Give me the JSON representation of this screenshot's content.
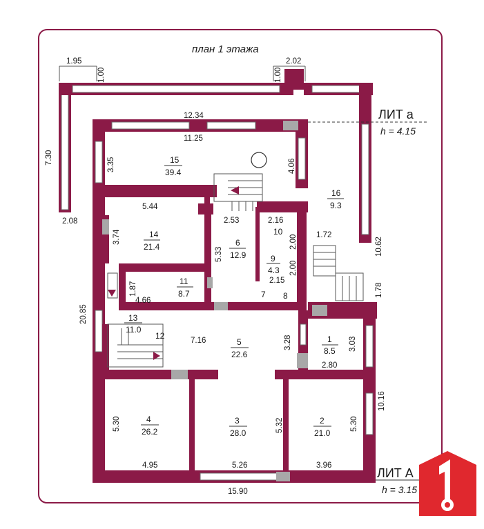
{
  "title": "план 1 этажа",
  "liters": [
    {
      "name": "ЛИТ а",
      "height": "h = 4.15"
    },
    {
      "name": "ЛИТ А",
      "height": "h = 3.15"
    }
  ],
  "rooms": [
    {
      "number": "15",
      "area": "39.4"
    },
    {
      "number": "16",
      "area": "9.3"
    },
    {
      "number": "14",
      "area": "21.4"
    },
    {
      "number": "6",
      "area": "12.9"
    },
    {
      "number": "10",
      "area": ""
    },
    {
      "number": "9",
      "area": "4.3"
    },
    {
      "number": "11",
      "area": "8.7"
    },
    {
      "number": "7",
      "area": ""
    },
    {
      "number": "8",
      "area": ""
    },
    {
      "number": "13",
      "area": "11.0"
    },
    {
      "number": "12",
      "area": ""
    },
    {
      "number": "5",
      "area": "22.6"
    },
    {
      "number": "1",
      "area": "8.5"
    },
    {
      "number": "4",
      "area": "26.2"
    },
    {
      "number": "3",
      "area": "28.0"
    },
    {
      "number": "2",
      "area": "21.0"
    }
  ],
  "dimensions": {
    "d1_95": "1.95",
    "d1_00a": "1.00",
    "d1_00b": "1.00",
    "d2_02": "2.02",
    "d12_34": "12.34",
    "d11_25": "11.25",
    "d3_35": "3.35",
    "d4_06": "4.06",
    "d7_30": "7.30",
    "d2_08": "2.08",
    "d5_44": "5.44",
    "d3_74": "3.74",
    "d2_53": "2.53",
    "d2_16": "2.16",
    "d2_00a": "2.00",
    "d1_72": "1.72",
    "d10_62": "10.62",
    "d5_33": "5.33",
    "d2_00b": "2.00",
    "d2_15": "2.15",
    "d1_87": "1.87",
    "d4_66": "4.66",
    "d1_78": "1.78",
    "d20_85": "20.85",
    "d7_16": "7.16",
    "d3_28": "3.28",
    "d3_03": "3.03",
    "d2_80": "2.80",
    "d10_16": "10.16",
    "d5_30a": "5.30",
    "d5_32": "5.32",
    "d5_30b": "5.30",
    "d4_95": "4.95",
    "d5_26": "5.26",
    "d3_96": "3.96",
    "d15_90": "15.90"
  },
  "colors": {
    "wall": "#8b1a47",
    "frame": "#8b1a47",
    "logo": "#e0282e"
  },
  "icons": {
    "logo": "house-one-key-logo"
  }
}
